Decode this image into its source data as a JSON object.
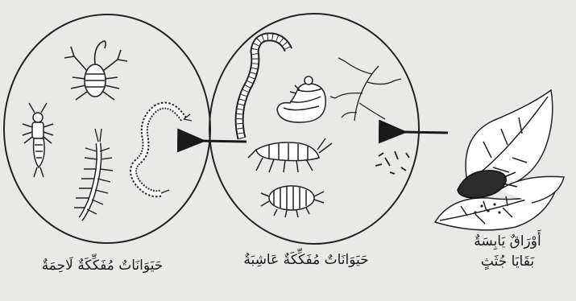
{
  "labels": {
    "carnivore_decomposers": "حَيَوَانَاتٌ مُفَكِّكَةٌ لَاحِمَةٌ",
    "herbivore_decomposers": "حَيَوَانَاتٌ مُفَكِّكَةٌ عَاشِبَةٌ",
    "dry_leaves": "أَوْرَاقٌ يَابِسَةٌ",
    "corpse_remains": "بَقَايَا جُثَثٍ"
  },
  "colors": {
    "background": "#e9e9e7",
    "ink": "#1a1a1a"
  }
}
